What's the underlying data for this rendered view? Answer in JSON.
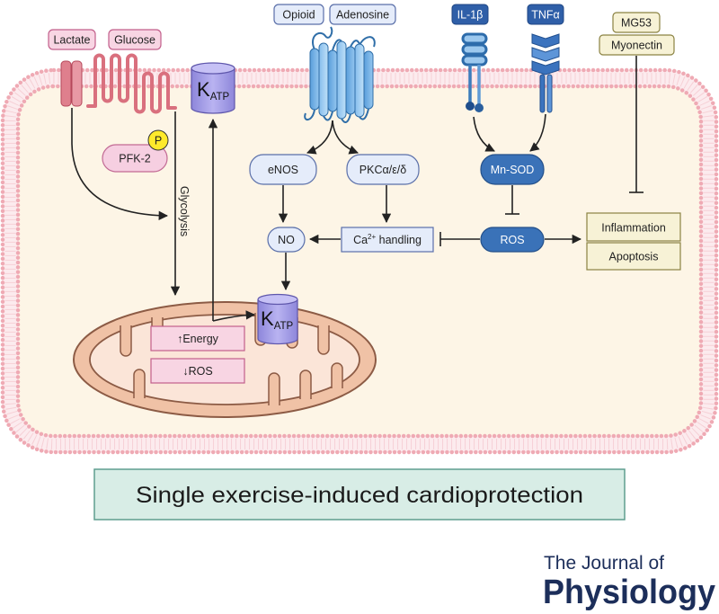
{
  "figure": {
    "transporters": {
      "lactate": "Lactate",
      "glucose": "Glucose"
    },
    "katp": {
      "main": "K",
      "sub": "ATP"
    },
    "pfk2": {
      "label": "PFK-2",
      "phospho": "P"
    },
    "glycolysis": "Glycolysis",
    "mitochondrion": {
      "energy": "↑Energy",
      "ros": "↓ROS"
    },
    "ligands": {
      "opioid": "Opioid",
      "adenosine": "Adenosine",
      "il1b": "IL-1β",
      "tnfa": "TNFα",
      "mg53": "MG53",
      "myonectin": "Myonectin"
    },
    "signaling": {
      "enos": "eNOS",
      "pkc": "PKCα/ε/δ",
      "no": "NO",
      "ca_handling": {
        "base": "Ca",
        "sup": "2+",
        "rest": " handling"
      },
      "mnsod": "Mn-SOD",
      "ros": "ROS"
    },
    "outcomes": {
      "inflammation": "Inflammation",
      "apoptosis": "Apoptosis"
    }
  },
  "title": "Single exercise-induced cardioprotection",
  "journal": {
    "line1": "The Journal of",
    "line2": "Physiology"
  },
  "colors": {
    "membrane": "#efaab4",
    "cytoplasm": "#fdf5e6",
    "title_box": "#d8ede6",
    "journal": "#1c2e5a",
    "ros_node": "#3a72b8"
  }
}
